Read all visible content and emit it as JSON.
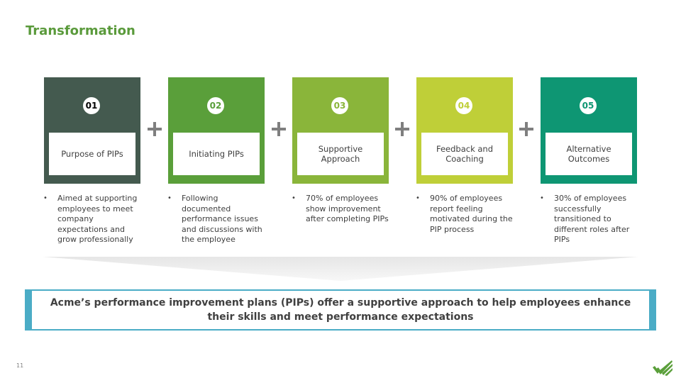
{
  "title": "Transformation",
  "steps": [
    {
      "num": "01",
      "label": "Purpose of PIPs",
      "color": "#445a4f",
      "bullet": "Aimed at supporting employees to meet company expectations and grow professionally"
    },
    {
      "num": "02",
      "label": "Initiating PIPs",
      "color": "#5a9f3a",
      "bullet": "Following documented performance issues and discussions with the employee"
    },
    {
      "num": "03",
      "label": "Supportive Approach",
      "color": "#8ab53a",
      "bullet": "70% of employees show improvement after completing PIPs"
    },
    {
      "num": "04",
      "label": "Feedback and Coaching",
      "color": "#bfcf38",
      "bullet": "90% of employees report feeling motivated during the PIP process"
    },
    {
      "num": "05",
      "label": "Alternative Outcomes",
      "color": "#0e9673",
      "bullet": "30% of employees successfully transitioned to different roles after PIPs"
    }
  ],
  "bullet_marker": "•",
  "summary": "Acme’s performance improvement plans (PIPs) offer a supportive approach to help employees enhance their skills and meet performance expectations",
  "page_number": "11",
  "colors": {
    "title": "#5a9a3b",
    "summary_border": "#4bacc6",
    "plus": "#7f7f7f",
    "logo": "#5a9f3a"
  }
}
